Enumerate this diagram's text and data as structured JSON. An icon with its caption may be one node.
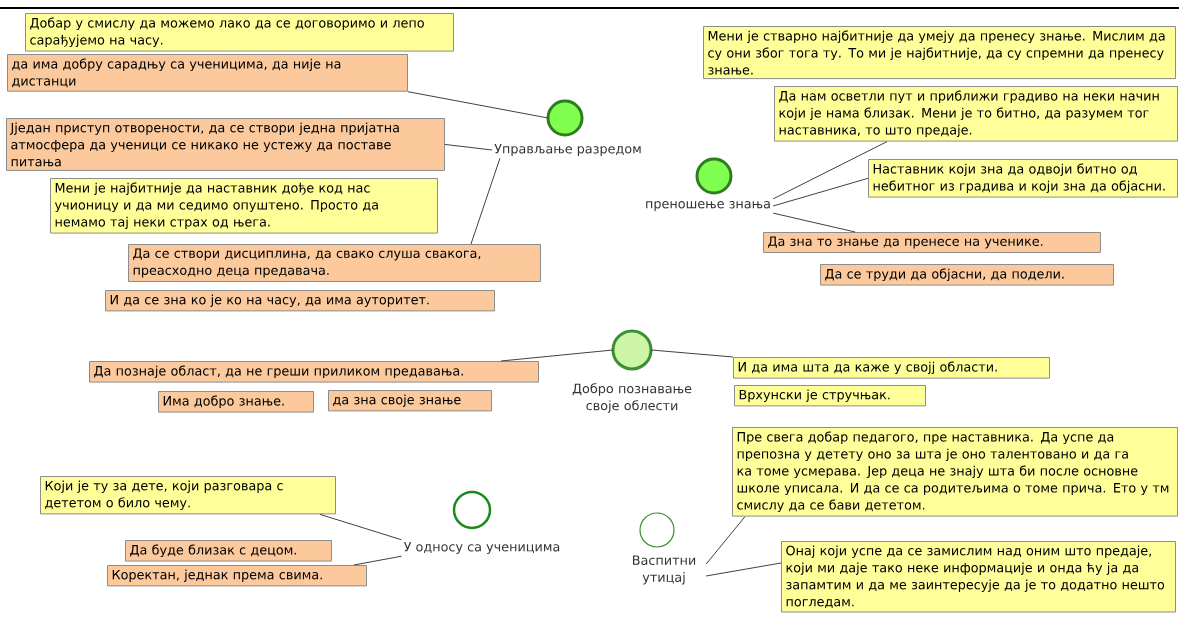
{
  "diagram": {
    "nodes": [
      {
        "text": [
          "Добар у смислу да можемо лако да се договоримо и лепо сарађујемо на часу."
        ]
      },
      {
        "text": [
          "да има добру сарадњу са ученицима, да није на дистанци"
        ]
      },
      {
        "text": [
          "Јједан приступ отворености, да се створи једна пријатна атмосфера да ученици се никако не устежу да поставе питања"
        ]
      },
      {
        "text": [
          "Мени је најбитније да наставник дође код нас учионицу и да ми седимо опуштено. Просто да немамо тај неки страх од њега."
        ]
      },
      {
        "text": [
          "Да се створи дисциплина, да свако слуша свакога, преасходно деца предавача."
        ]
      },
      {
        "text": [
          "И да се зна ко је ко на часу, да има ауторитет."
        ]
      },
      {
        "text": [
          "Управљање разредом"
        ]
      },
      {
        "text": [
          "Мени је стварно најбитније да умеју да пренесу знање. Мислим да су они због тога ту. То ми је најбитније, да су спремни да пренесу знање."
        ]
      },
      {
        "text": [
          "Да нам осветли пут и приближи градиво на неки начин који је нама близак. Мени је то битно, да разумем тог наставника, то што предаје."
        ]
      },
      {
        "text": [
          "преношење знања"
        ]
      },
      {
        "text": [
          "Наставник који зна да одвоји битно од небитног из градива и који зна да објасни."
        ]
      },
      {
        "text": [
          "Да зна то знање да пренесе на ученике."
        ]
      },
      {
        "text": [
          "Да се труди да објасни, да подели."
        ]
      },
      {
        "text": [
          "Да познаје област, да не греши приликом предавања."
        ]
      },
      {
        "text": [
          "Добро познавање своје облести"
        ]
      },
      {
        "text": [
          "Има добро знање."
        ]
      },
      {
        "text": [
          "да зна своје знање"
        ]
      },
      {
        "text": [
          "И да има шта да каже у својј области."
        ]
      },
      {
        "text": [
          "Врхунски је стручњак."
        ]
      },
      {
        "text": [
          "Који је ту за дете, који разговара с дететом о било чему."
        ]
      },
      {
        "text": [
          "У односу са ученицима"
        ]
      },
      {
        "text": [
          "Да буде близак с децом."
        ]
      },
      {
        "text": [
          "Коректан, једнак према свима."
        ]
      },
      {
        "text": [
          "Васпитни утицај"
        ]
      },
      {
        "text": [
          "Пре свега добар педагого, пре наставника. Да успе да препозна у детету оно за шта је оно талентовано и да га ка томе усмерава. Јер деца не знају шта би после основне школе уписала. И да се са родитељима о томе прича. Ето у тм смислу да се бави дететом."
        ]
      },
      {
        "text": [
          "Онај који успе да се замислим над оним што предаје, који ми даје тако неке информације и онда ћу ја да запамтим и да ме заинтересује да је то додатно нешто погледам."
        ]
      }
    ],
    "edges": [
      {
        "from": 6,
        "to": 1,
        "arrow": "none"
      },
      {
        "from": 6,
        "to": 2,
        "arrow": "none"
      },
      {
        "from": 6,
        "to": 4,
        "arrow": "none"
      },
      {
        "from": 9,
        "to": 8,
        "arrow": "none"
      },
      {
        "from": 9,
        "to": 10,
        "arrow": "none"
      },
      {
        "from": 9,
        "to": 11,
        "arrow": "none"
      },
      {
        "from": 14,
        "to": 13,
        "arrow": "none"
      },
      {
        "from": 14,
        "to": 17,
        "arrow": "none"
      },
      {
        "from": 20,
        "to": 19,
        "arrow": "none"
      },
      {
        "from": 20,
        "to": 22,
        "arrow": "none"
      },
      {
        "from": 23,
        "to": 24,
        "arrow": "none"
      },
      {
        "from": 23,
        "to": 25,
        "arrow": "none"
      }
    ]
  }
}
